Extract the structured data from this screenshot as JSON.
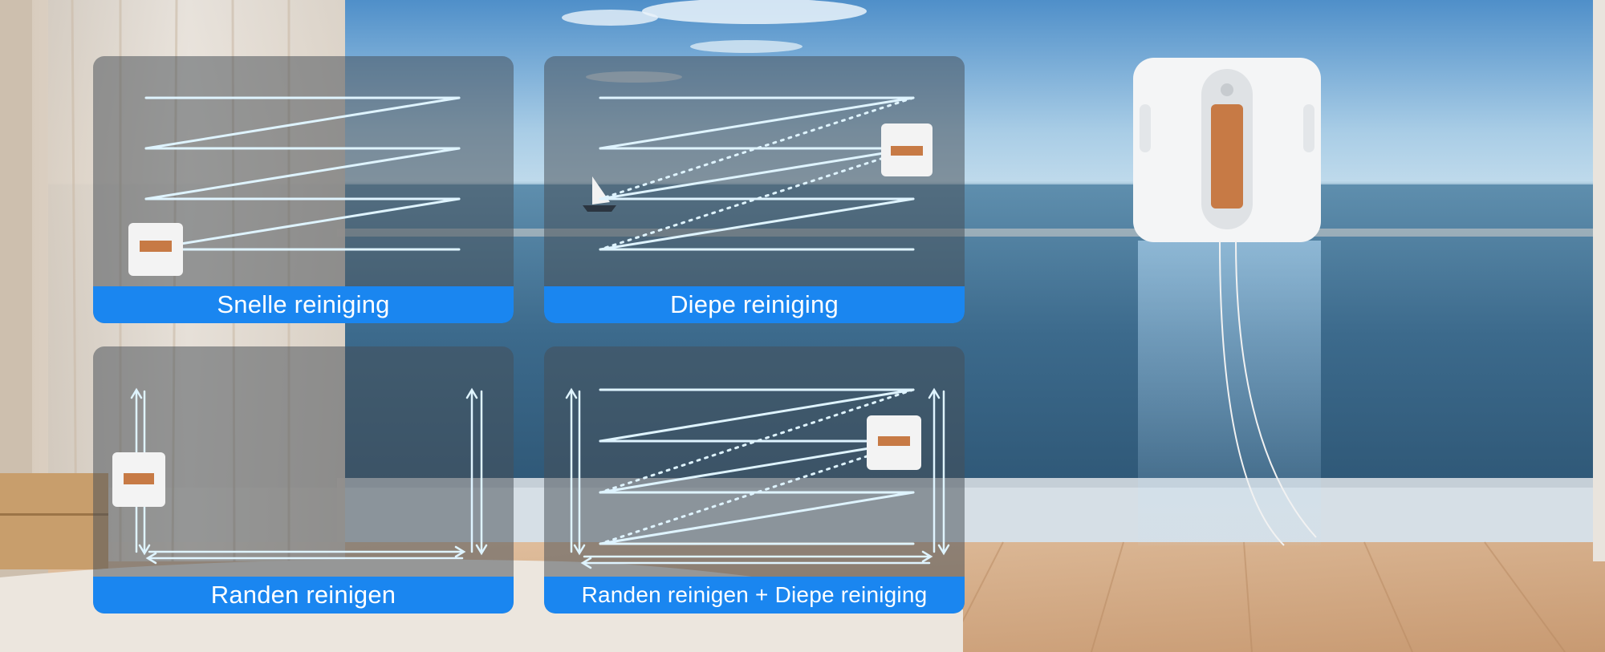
{
  "modes": [
    {
      "label": "Snelle reiniging",
      "pattern": "zigzag"
    },
    {
      "label": "Diepe reiniging",
      "pattern": "zigzag-double"
    },
    {
      "label": "Randen reinigen",
      "pattern": "edges"
    },
    {
      "label": "Randen reinigen + Diepe reiniging",
      "pattern": "edges-zigzag-double"
    }
  ],
  "colors": {
    "label_bg": "#1a86f0",
    "path_glow": "#7fd3ff",
    "pad_accent": "#c77a45"
  }
}
